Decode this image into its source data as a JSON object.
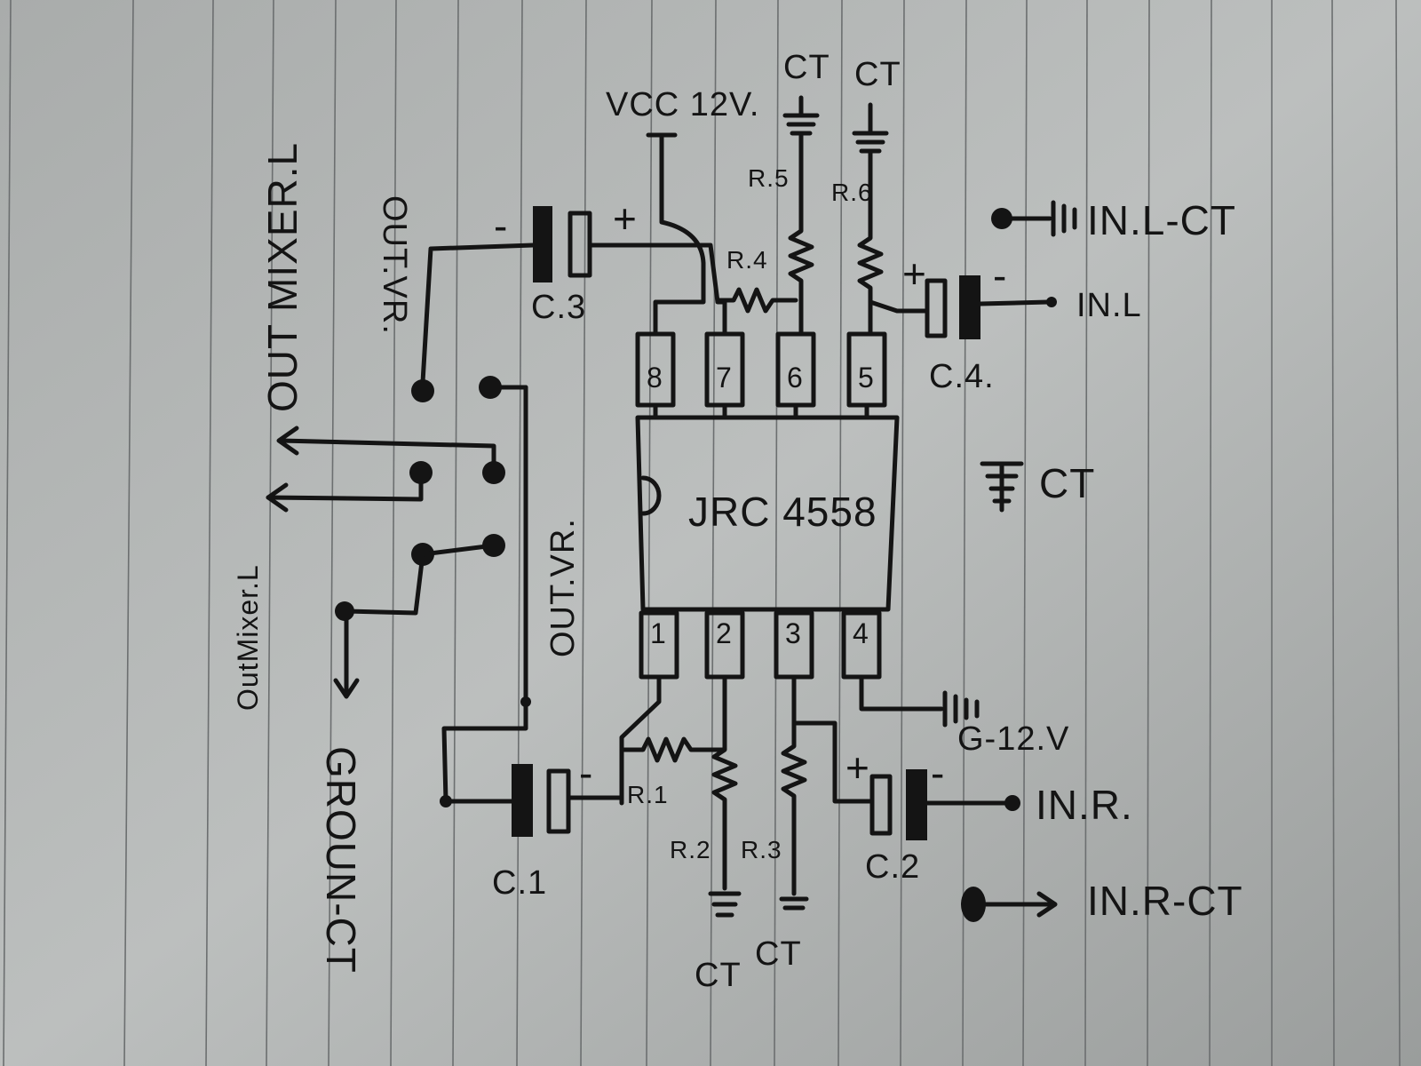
{
  "ic": {
    "label": "JRC 4558",
    "pins_top": [
      "8",
      "7",
      "6",
      "5"
    ],
    "pins_bottom": [
      "1",
      "2",
      "3",
      "4"
    ]
  },
  "supply": {
    "vcc": "VCC 12V.",
    "gnd": "G-12.V"
  },
  "grounds": {
    "ct": "CT"
  },
  "resistors": {
    "r1": "R.1",
    "r2": "R.2",
    "r3": "R.3",
    "r4": "R.4",
    "r5": "R.5",
    "r6": "R.6"
  },
  "capacitors": {
    "c1": "C.1",
    "c2": "C.2",
    "c3": "C.3",
    "c4": "C.4."
  },
  "polarity": {
    "plus": "+",
    "minus": "-"
  },
  "inputs": {
    "in_l_ct": "IN.L-CT",
    "in_l": "IN.L",
    "in_r": "IN.R.",
    "in_r_ct": "IN.R-CT"
  },
  "outputs": {
    "out_vr_top": "OUT.VR.",
    "out_vr_bottom": "OUT.VR.",
    "out_mixer_l_top": "OUT MIXER.L",
    "out_mixer_l_bottom": "OutMixer.L",
    "ground_ct": "GROUN-CT"
  }
}
